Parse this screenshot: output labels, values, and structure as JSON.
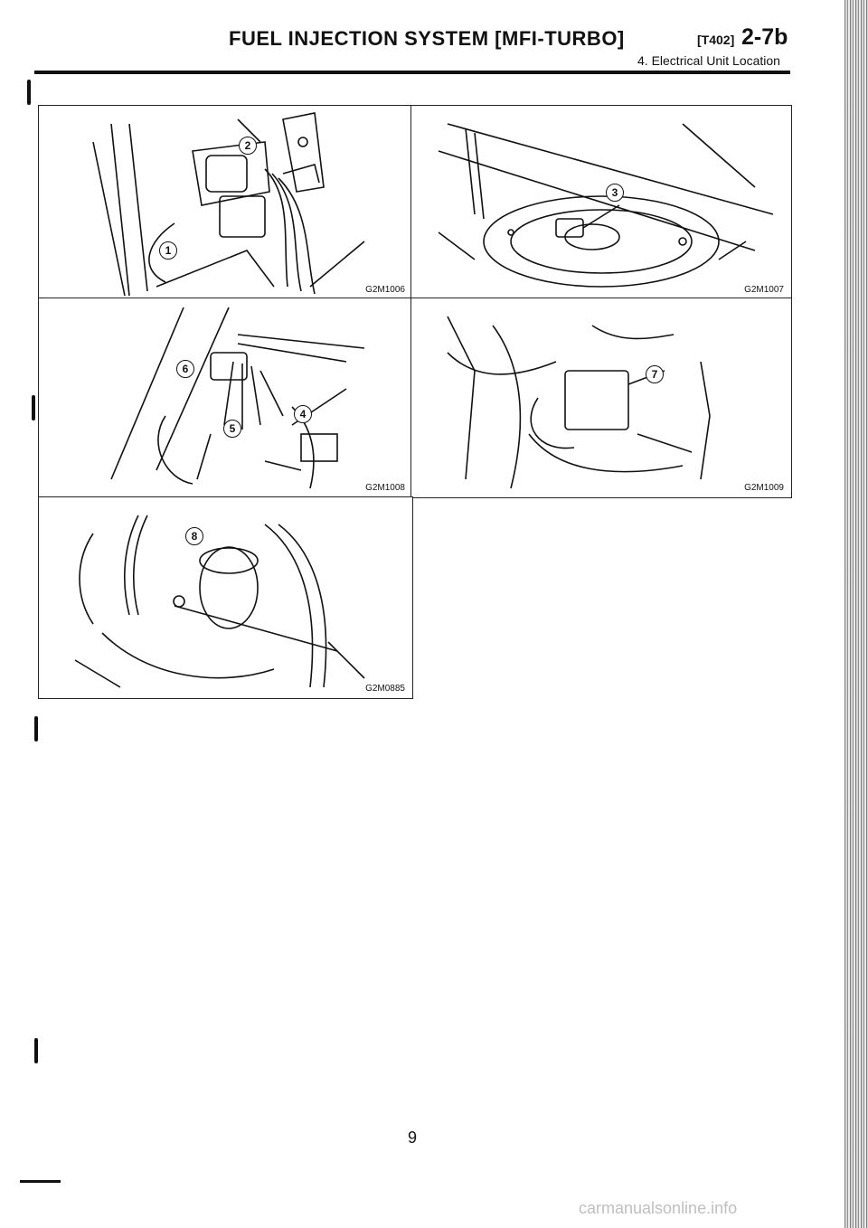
{
  "header": {
    "title": "FUEL INJECTION SYSTEM [MFI-TURBO]",
    "code": "[T402]",
    "page_ref": "2-7b",
    "subtitle": "4. Electrical Unit Location"
  },
  "figures": [
    {
      "code": "G2M1006",
      "callouts": [
        "2",
        "1"
      ]
    },
    {
      "code": "G2M1007",
      "callouts": [
        "3"
      ]
    },
    {
      "code": "G2M1008",
      "callouts": [
        "6",
        "4",
        "5"
      ]
    },
    {
      "code": "G2M1009",
      "callouts": [
        "7"
      ]
    },
    {
      "code": "G2M0885",
      "callouts": [
        "8"
      ]
    }
  ],
  "page_number": "9",
  "watermark": "carmanualsonline.info"
}
